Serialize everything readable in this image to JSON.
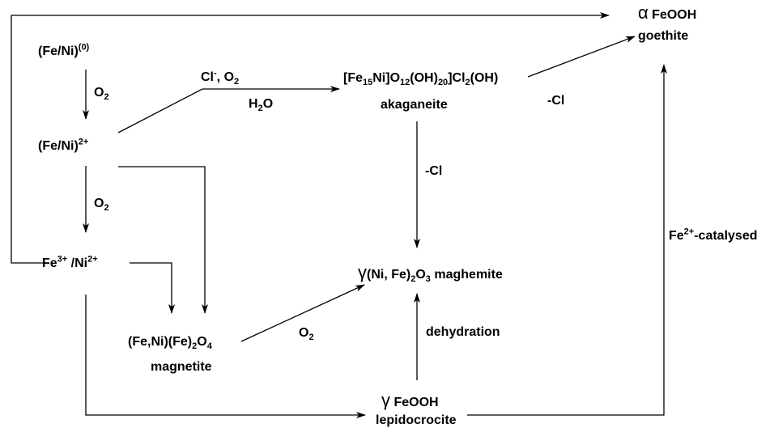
{
  "nodes": {
    "fe_ni_0": {
      "base": "(Fe/Ni)",
      "sup": "(0)"
    },
    "fe_ni_2": {
      "base": "(Fe/Ni)",
      "sup": "2+"
    },
    "fe3_ni2": {
      "a": "Fe",
      "a_sup": "3+",
      "b": " /Ni",
      "b_sup": "2+"
    },
    "akaganeite_formula": {
      "p1": "[Fe",
      "s1": "15",
      "p2": "Ni]O",
      "s2": "12",
      "p3": "(OH)",
      "s3": "20",
      "p4": "]Cl",
      "s4": "2",
      "p5": "(OH)"
    },
    "akaganeite_name": "akaganeite",
    "goethite_formula": {
      "greek": "α",
      "text": " FeOOH"
    },
    "goethite_name": "goethite",
    "maghemite": {
      "greek": "γ",
      "p1": "(Ni, Fe)",
      "s1": "2",
      "p2": "O",
      "s2": "3",
      "p3": " maghemite"
    },
    "magnetite_formula": {
      "p1": "(Fe,Ni)(Fe)",
      "s1": "2",
      "p2": "O",
      "s2": "4"
    },
    "magnetite_name": "magnetite",
    "lepidocrocite_formula": {
      "greek": "γ",
      "text": " FeOOH"
    },
    "lepidocrocite_name": "lepidocrocite"
  },
  "edge_labels": {
    "o2_top": {
      "a": "O",
      "a_sub": "2"
    },
    "o2_mid": {
      "a": "O",
      "a_sub": "2"
    },
    "cl_o2": {
      "a": "Cl",
      "a_sup": "-",
      "b": ", O",
      "b_sub": "2"
    },
    "h2o": {
      "a": "H",
      "a_sub": "2",
      "b": "O"
    },
    "minus_cl_top": "-Cl",
    "minus_cl_mid": "-Cl",
    "o2_magnetite": {
      "a": "O",
      "a_sub": "2"
    },
    "dehydration": "dehydration",
    "fe2_catalysed": {
      "a": "Fe",
      "a_sup": "2+",
      "b": "-catalysed"
    }
  }
}
